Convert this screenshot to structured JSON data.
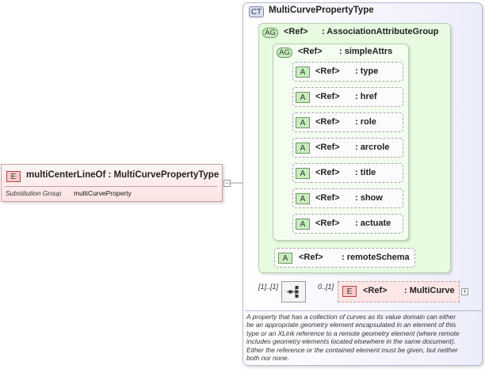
{
  "main_element": {
    "badge": "E",
    "title": "multiCenterLineOf : MultiCurvePropertyType",
    "substitution_label": "Substitution Group",
    "substitution_value": "multiCurveProperty"
  },
  "complex_type": {
    "badge": "CT",
    "name": "MultiCurvePropertyType"
  },
  "outer_group": {
    "badge": "AG",
    "ref": "<Ref>",
    "name": ": AssociationAttributeGroup"
  },
  "inner_group": {
    "badge": "AG",
    "ref": "<Ref>",
    "name": ": simpleAttrs"
  },
  "attributes": [
    {
      "badge": "A",
      "ref": "<Ref>",
      "name": ": type"
    },
    {
      "badge": "A",
      "ref": "<Ref>",
      "name": ": href"
    },
    {
      "badge": "A",
      "ref": "<Ref>",
      "name": ": role"
    },
    {
      "badge": "A",
      "ref": "<Ref>",
      "name": ": arcrole"
    },
    {
      "badge": "A",
      "ref": "<Ref>",
      "name": ": title"
    },
    {
      "badge": "A",
      "ref": "<Ref>",
      "name": ": show"
    },
    {
      "badge": "A",
      "ref": "<Ref>",
      "name": ": actuate"
    }
  ],
  "remote_schema": {
    "badge": "A",
    "ref": "<Ref>",
    "name": ": remoteSchema"
  },
  "sequence": {
    "cardinality": "[1]..[1]"
  },
  "child_element": {
    "badge": "E",
    "cardinality": "0..[1]",
    "ref": "<Ref>",
    "name": ": MultiCurve"
  },
  "description": [
    "A property that has a collection of curves as its value domain can either",
    "be an appropriate geometry element encapsulated in an element of this",
    "type or an XLink reference to a remote geometry element (where remote",
    "includes geometry elements located elsewhere in the same document).",
    "Either the reference or the contained element must be given, but neither",
    "both nor none."
  ]
}
